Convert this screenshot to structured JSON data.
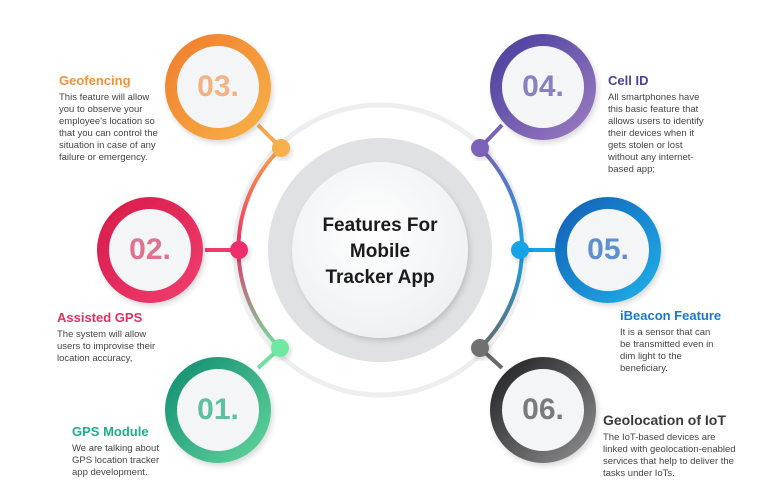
{
  "title": {
    "line1": "Features For",
    "line2": "Mobile",
    "line3": "Tracker App"
  },
  "features": [
    {
      "number": "01.",
      "title": "GPS Module",
      "description": "We are talking about GPS location tracker app development.",
      "color": "#1fae8a",
      "lines": [
        "We are talking about",
        "GPS location tracker",
        "app development."
      ]
    },
    {
      "number": "02.",
      "title": "Assisted GPS",
      "description": "The system will allow users to improvise their location accuracy,",
      "color": "#e0325e",
      "lines": [
        "The system will allow",
        "users to improvise their",
        "location accuracy,"
      ]
    },
    {
      "number": "03.",
      "title": "Geofencing",
      "description": "This feature will allow you to observe your employee's location so that you can control the situation in case of any failure or emergency.",
      "color": "#f2913a",
      "lines": [
        "This feature will allow",
        "you to observe your",
        "employee's location so",
        "that you can control the",
        "situation in case of any",
        "failure or emergency."
      ]
    },
    {
      "number": "04.",
      "title": "Cell ID",
      "description": "All smartphones have this basic feature that allows users to identify their devices when it gets stolen or lost without any internet-based app;",
      "color": "#5a4ea6",
      "lines": [
        "All smartphones have",
        "this basic feature that",
        "allows users to identify",
        "their devices when it",
        "gets stolen or lost",
        "without any internet-",
        "based app;"
      ]
    },
    {
      "number": "05.",
      "title": "iBeacon Feature",
      "description": "It is a sensor that can be transmitted even in dim light to the beneficiary.",
      "color": "#1a78c8",
      "lines": [
        "It is a sensor that can",
        "be transmitted even in",
        "dim light to the",
        "beneficiary."
      ]
    },
    {
      "number": "06.",
      "title": "Geolocation of IoT",
      "description": "The IoT-based devices are linked with geolocation-enabled services that help to deliver the tasks under IoTs.",
      "color": "#3a3a3c",
      "lines": [
        "The IoT-based devices are",
        "linked with geolocation-enabled",
        "services that help to deliver the",
        "tasks under IoTs."
      ]
    }
  ]
}
